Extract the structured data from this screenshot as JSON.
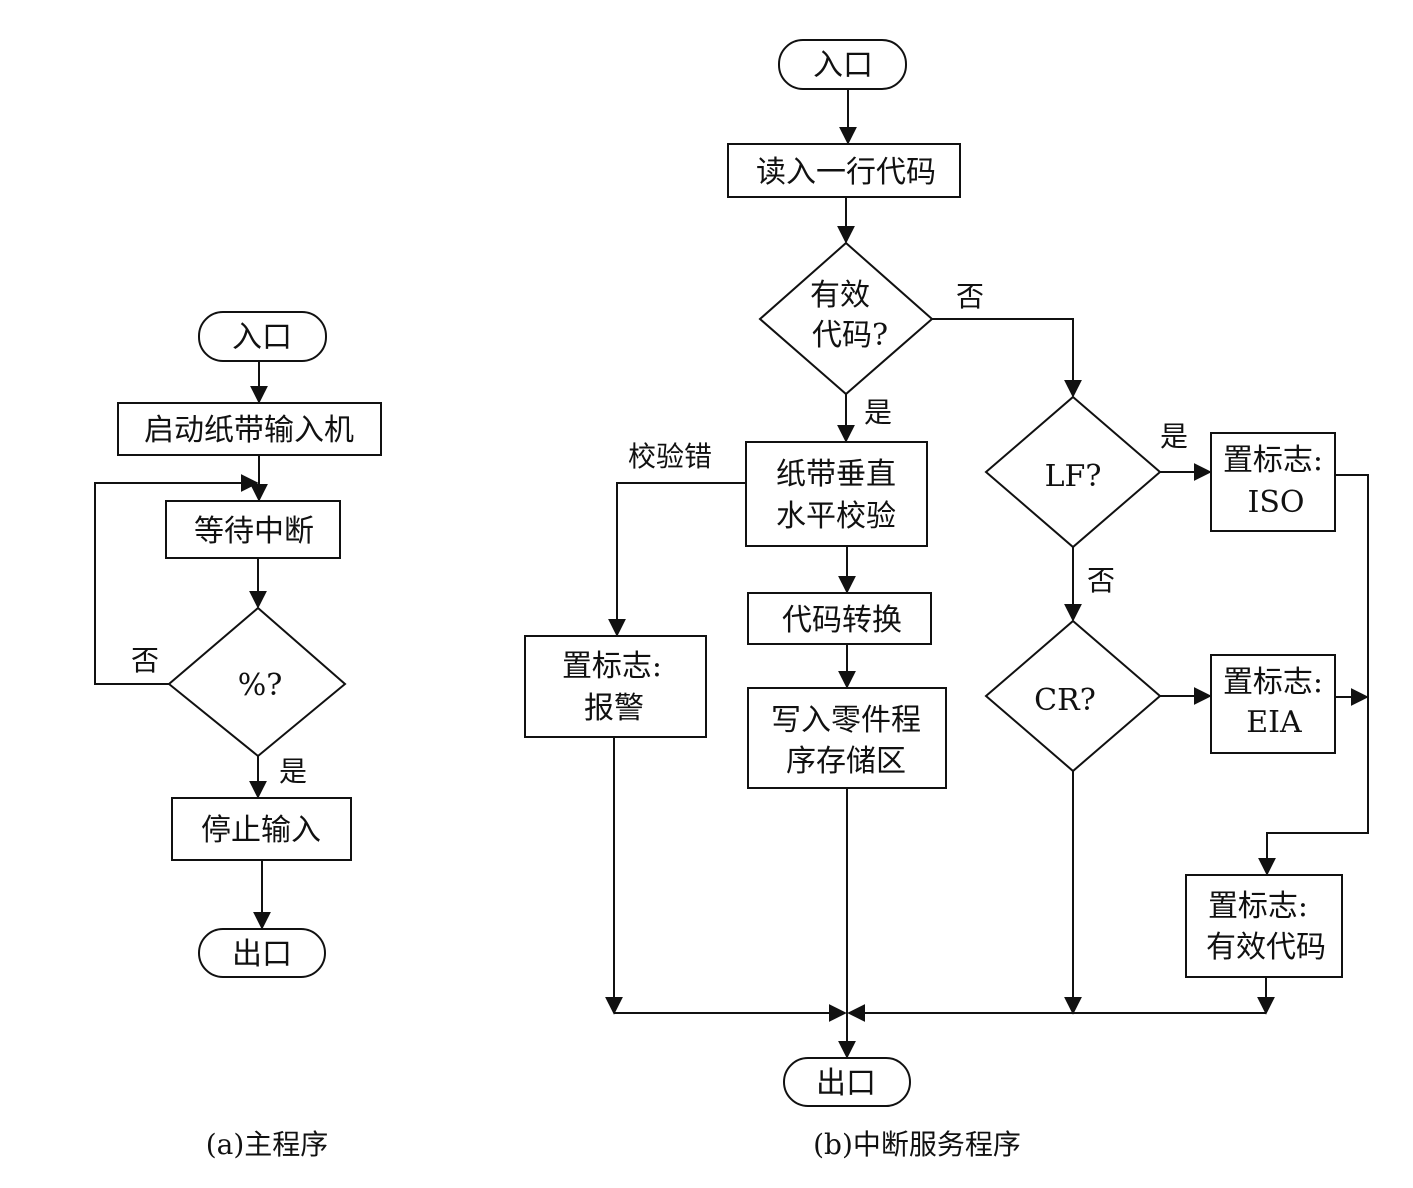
{
  "main_program": {
    "entry": "入口",
    "start_reader": "启动纸带输入机",
    "wait_interrupt": "等待中断",
    "percent_check": "%?",
    "label_no": "否",
    "label_yes": "是",
    "stop_input": "停止输入",
    "exit": "出口",
    "caption": "(a)主程序"
  },
  "isr": {
    "entry": "入口",
    "read_line": "读入一行代码",
    "valid_code_line1": "有效",
    "valid_code_line2": "代码?",
    "label_no_valid": "否",
    "label_yes_valid": "是",
    "parity_check_line1": "纸带垂直",
    "parity_check_line2": "水平校验",
    "parity_error": "校验错",
    "alarm_line1": "置标志:",
    "alarm_line2": "报警",
    "code_convert": "代码转换",
    "write_buffer_line1": "写入零件程",
    "write_buffer_line2": "序存储区",
    "lf_check": "LF?",
    "label_yes_lf": "是",
    "label_no_lf": "否",
    "iso_line1": "置标志:",
    "iso_line2": "ISO",
    "cr_check": "CR?",
    "eia_line1": "置标志:",
    "eia_line2": "EIA",
    "valid_flag_line1": "置标志:",
    "valid_flag_line2": "有效代码",
    "exit": "出口",
    "caption": "(b)中断服务程序"
  }
}
